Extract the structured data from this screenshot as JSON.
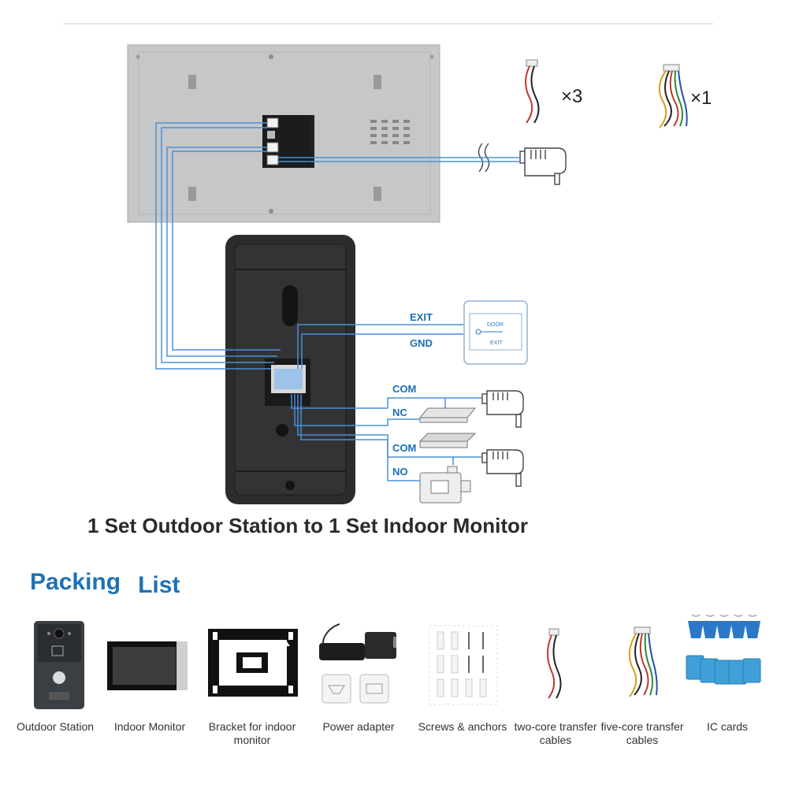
{
  "diagram": {
    "title": "1 Set Outdoor Station to 1 Set Indoor Monitor",
    "cable_counts": {
      "two_core": "×3",
      "five_core": "×1"
    },
    "wire_labels": {
      "exit": "EXIT",
      "gnd": "GND",
      "com1": "COM",
      "nc": "NC",
      "com2": "COM",
      "no": "NO"
    },
    "exit_button_text": [
      "DOOR",
      "EXIT"
    ],
    "colors": {
      "wire": "#4a90d9",
      "label": "#1a6fb5",
      "monitor_back": "#c8c9cb",
      "outdoor_back": "#2b2b2d"
    }
  },
  "packing_list": {
    "title_words": [
      "Packing",
      "List"
    ],
    "items": [
      {
        "icon": "outdoor-station-icon",
        "label": "Outdoor Station"
      },
      {
        "icon": "indoor-monitor-icon",
        "label": "Indoor Monitor"
      },
      {
        "icon": "bracket-icon",
        "label": "Bracket for indoor monitor"
      },
      {
        "icon": "power-adapter-icon",
        "label": "Power adapter"
      },
      {
        "icon": "screws-icon",
        "label": "Screws & anchors"
      },
      {
        "icon": "two-core-cable-icon",
        "label": "two-core transfer cables"
      },
      {
        "icon": "five-core-cable-icon",
        "label": "five-core transfer cables"
      },
      {
        "icon": "ic-cards-icon",
        "label": "IC cards"
      }
    ]
  }
}
